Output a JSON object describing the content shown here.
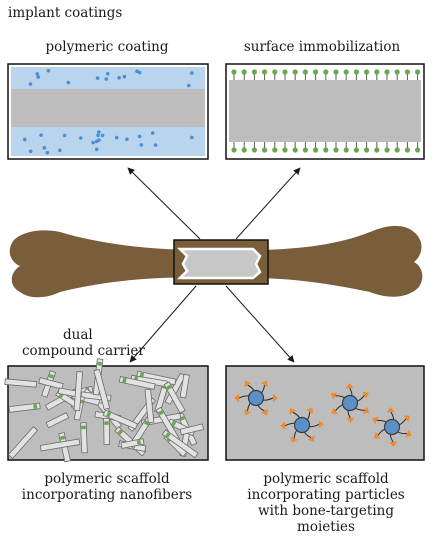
{
  "heading": "implant coatings",
  "panels": {
    "top_left": {
      "caption": "polymeric coating"
    },
    "top_right": {
      "caption": "surface immobilization"
    },
    "bottom_left": {
      "above_caption_lines": [
        "dual",
        "compound carrier"
      ],
      "caption_lines": [
        "polymeric scaffold",
        "incorporating nanofibers"
      ]
    },
    "bottom_right": {
      "caption_lines": [
        "polymeric scaffold",
        "incorporating particles",
        "with bone-targeting",
        "moieties"
      ]
    }
  },
  "colors": {
    "implant_gray": "#bdbdbd",
    "coating_blue": "#b9d5ee",
    "dot_blue": "#4a8fd4",
    "ligand_green": "#6aa84f",
    "bone_brown": "#7a5d3b",
    "particle_blue": "#5b8fc7",
    "moiety_orange": "#f08a2c",
    "fiber_light": "#e2e2e2"
  }
}
